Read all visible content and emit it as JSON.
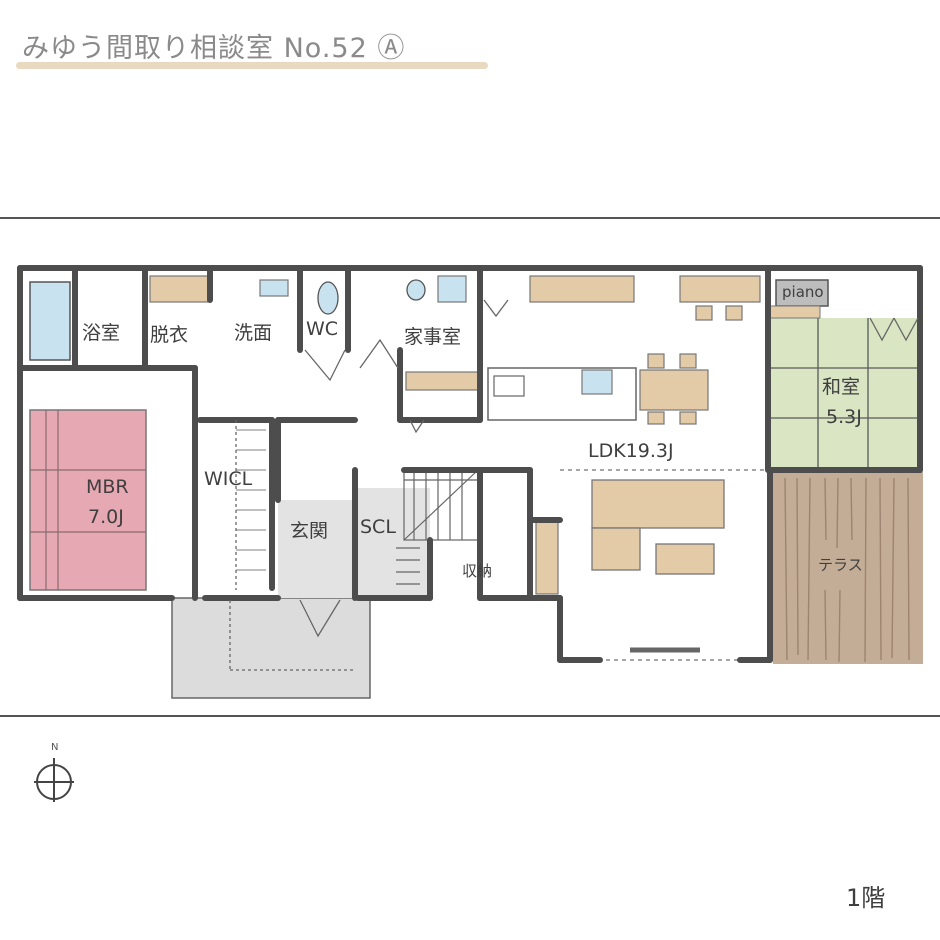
{
  "title": "みゆう間取り相談室 No.52 Ⓐ",
  "floor_label": "1階",
  "north_label": "N",
  "rooms": {
    "bath": "浴室",
    "dressing": "脱衣",
    "washroom": "洗面",
    "wc": "WC",
    "utility": "家事室",
    "ldk": "LDK19.3J",
    "washitsu_name": "和室",
    "washitsu_size": "5.3J",
    "piano": "piano",
    "mbr_name": "MBR",
    "mbr_size": "7.0J",
    "wicl": "WICL",
    "entrance": "玄関",
    "scl": "SCL",
    "storage": "収納",
    "terrace": "テラス"
  },
  "colors": {
    "wall": "#4d4d4d",
    "bath_tub": "#c8e3ef",
    "counter": "#e3cba7",
    "bed": "#e6a8b2",
    "tatami": "#d9e5c3",
    "terrace": "#c4ad97",
    "entrance_floor": "#dcdcdc",
    "title_underline": "#e9d9c0"
  }
}
